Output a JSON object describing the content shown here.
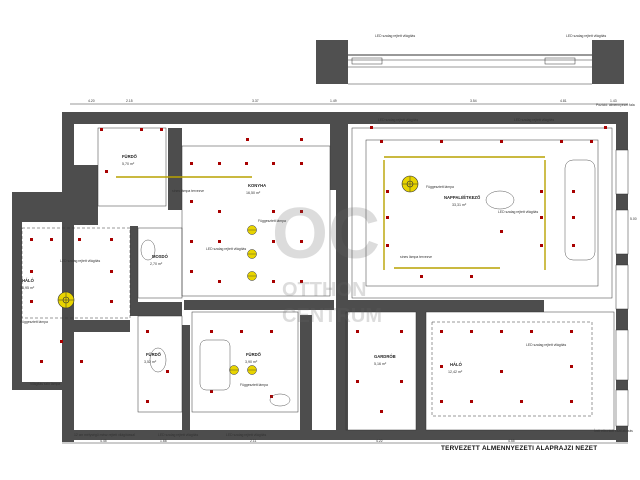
{
  "title": "TERVEZETT ÁLMENNYEZETI ALAPRAJZI NÉZET",
  "watermark": {
    "logo_letters": "OC",
    "line1": "OTTHON",
    "line2": "CENTRUM"
  },
  "rooms": {
    "furdo_top": {
      "name": "FÜRDŐ",
      "area": "5,70 m²"
    },
    "konyha": {
      "name": "KONYHA",
      "area": "16,50 m²"
    },
    "nappali": {
      "name": "NAPPALI/ÉTKEZŐ",
      "area": "33,31 m²"
    },
    "hall_left": {
      "name": "HÁLÓ",
      "area": "16,95 m²"
    },
    "mosdo": {
      "name": "MOSDÓ",
      "area": "2,70 m²"
    },
    "furdo_small": {
      "name": "FÜRDŐ",
      "area": "3,52 m²"
    },
    "furdo_mid": {
      "name": "FÜRDŐ",
      "area": "3,90 m²"
    },
    "gardrob": {
      "name": "GARDRÓB",
      "area": "5,16 m²"
    },
    "halo_right": {
      "name": "HÁLÓ",
      "area": "12,42 m²"
    }
  },
  "notes": {
    "led_top_a": "LED szalag rejtett világítás",
    "led_top_b": "LED szalag rejtett világítás",
    "led_nappali_top": "LED szalag rejtett világítás",
    "led_right_top": "LED szalag rejtett világítás",
    "right_note": "Pozíció: álmennyezet fala",
    "sines_konyha": "sínes lámpa tervezve",
    "led_konyha": "LED szalag rejtett világítás",
    "fuggo_konyha": "Függesztett lámpa",
    "fuggo_nappali": "Függesztett lámpa",
    "led_nappali": "LED szalag rejtett világítás",
    "sines_nappali": "sínes lámpa tervezve",
    "led_hall_left": "LED szalag rejtett világítás",
    "fuggo_hall_left": "Függesztett lámpa",
    "fuggo_furdo_mid": "Függesztett lámpa",
    "led_halo_right": "LED szalag rejtett világítás",
    "led_left_bottom": "Világítás szín lámpa",
    "bottom_a": "12 cm mélységű mész rejtett világítással",
    "bottom_b": "LED szalag rejtett világítás",
    "bottom_c": "LED szalag rejtett világítás",
    "bottom_right": "Ívelt elbontott csatlakozás"
  },
  "dimensions": {
    "top": [
      "4.20",
      "2.15",
      "3.37",
      "1.49",
      "3.54",
      "4.81",
      "1.43"
    ],
    "bottom": [
      "4.45",
      "1.68",
      "2.11",
      "4.22",
      "4.55"
    ],
    "right": "5.00"
  }
}
